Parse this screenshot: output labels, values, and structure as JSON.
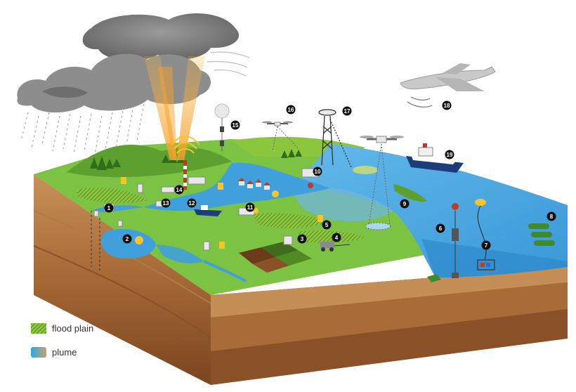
{
  "legend": {
    "items": [
      {
        "label": "flood plain",
        "kind": "hatch",
        "color_a": "#8cc63f",
        "color_b": "#4a7d1e"
      },
      {
        "label": "plume",
        "kind": "gradient",
        "color_a": "#2fa7e0",
        "color_b": "#c8a070"
      }
    ]
  },
  "markers": [
    {
      "label": "1"
    },
    {
      "label": "2"
    },
    {
      "label": "3"
    },
    {
      "label": "4"
    },
    {
      "label": "5"
    },
    {
      "label": "6"
    },
    {
      "label": "7"
    },
    {
      "label": "8"
    },
    {
      "label": "9"
    },
    {
      "label": "10"
    },
    {
      "label": "11"
    },
    {
      "label": "12"
    },
    {
      "label": "13"
    },
    {
      "label": "14"
    },
    {
      "label": "15"
    },
    {
      "label": "16"
    },
    {
      "label": "17"
    },
    {
      "label": "18"
    },
    {
      "label": "19"
    }
  ],
  "colors": {
    "land": "#7cc243",
    "land_dark": "#5ea02f",
    "soil_top": "#c8915a",
    "soil_mid": "#a86a3a",
    "soil_bottom": "#7a4520",
    "sea": "#4aa9e3",
    "sea_dark": "#2a85c8",
    "river": "#3fa0dc",
    "cloud": "#8a8a8a",
    "cloud_dark": "#5e5e5e",
    "beam": "#f7b544",
    "marker": "#111111"
  }
}
